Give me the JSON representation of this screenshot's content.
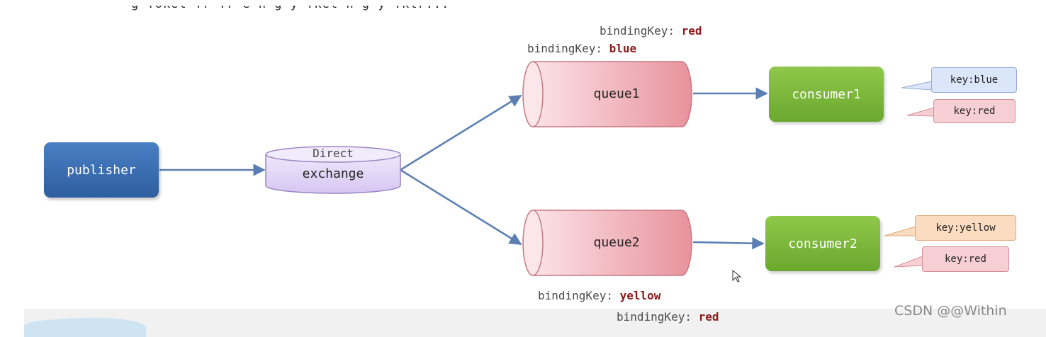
{
  "header": {
    "clipped_text": "g Tokel Tr Tr e  n   g  y Tkel  n  g  y   Tklr..."
  },
  "nodes": {
    "publisher": "publisher",
    "exchange_type": "Direct",
    "exchange": "exchange",
    "queue1": "queue1",
    "queue2": "queue2",
    "consumer1": "consumer1",
    "consumer2": "consumer2"
  },
  "binding_keys": {
    "prefix": "bindingKey: ",
    "q1_red": "red",
    "q1_blue": "blue",
    "q2_yellow": "yellow",
    "q2_red": "red"
  },
  "messages": {
    "c1_blue": "key:blue",
    "c1_red": "key:red",
    "c2_yellow": "key:yellow",
    "c2_red": "key:red"
  },
  "watermark": "CSDN @@Within",
  "colors": {
    "publisher": "#3a6db0",
    "consumer": "#7cb83b",
    "queue": "#f0b7bf",
    "exchange": "#e4d9f7",
    "arrow": "#5b7fb3",
    "key_highlight": "#8b1a1a"
  }
}
